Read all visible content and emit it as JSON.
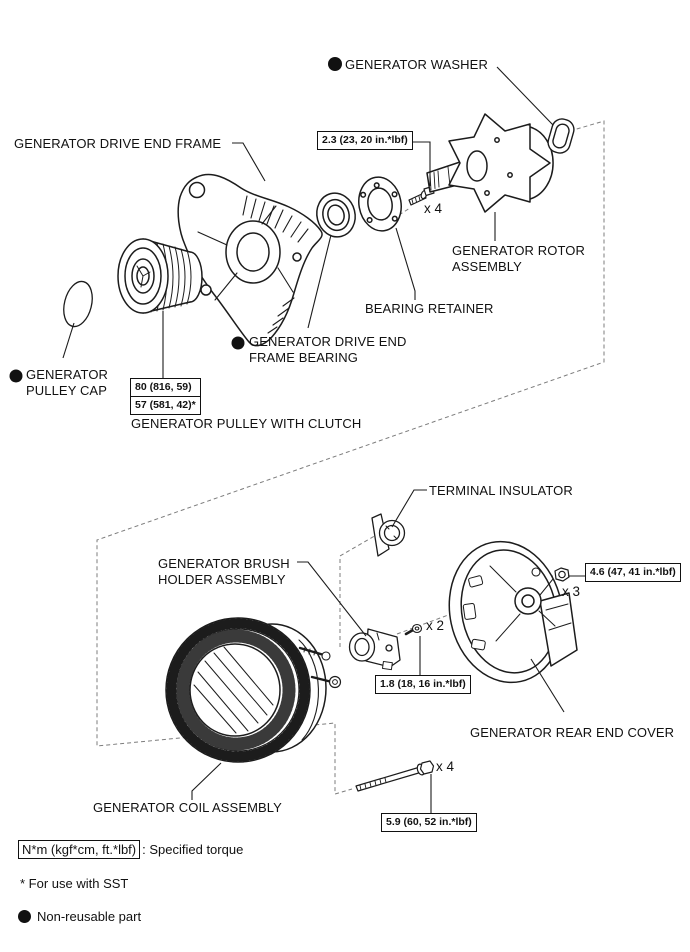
{
  "colors": {
    "ink": "#1a1a1a",
    "background": "#ffffff",
    "dash": "#7d7d7d"
  },
  "diagram": {
    "labels": {
      "washer": "GENERATOR WASHER",
      "drive_end_frame": "GENERATOR DRIVE END FRAME",
      "rotor_assembly": "GENERATOR ROTOR\nASSEMBLY",
      "bearing_retainer": "BEARING RETAINER",
      "drive_end_frame_bearing": "GENERATOR DRIVE END\nFRAME BEARING",
      "pulley_cap": "GENERATOR\nPULLEY CAP",
      "pulley_with_clutch": "GENERATOR PULLEY WITH CLUTCH",
      "terminal_insulator": "TERMINAL INSULATOR",
      "brush_holder": "GENERATOR BRUSH\nHOLDER ASSEMBLY",
      "rear_end_cover": "GENERATOR REAR END COVER",
      "coil_assembly": "GENERATOR COIL ASSEMBLY"
    },
    "torques": {
      "bearing_retainer_bolts": {
        "value": "2.3 (23, 20 in.*lbf)",
        "qty": "x 4"
      },
      "pulley_clutch_nut": {
        "line1": "80 (816, 59)",
        "line2": "57 (581, 42)*"
      },
      "rear_cover_nuts": {
        "value": "4.6 (47, 41 in.*lbf)",
        "qty": "x 3"
      },
      "brush_holder_screws": {
        "value": "1.8 (18, 16 in.*lbf)",
        "qty": "x 2"
      },
      "through_bolts": {
        "value": "5.9 (60, 52 in.*lbf)",
        "qty": "x 4"
      }
    },
    "footer": {
      "torque_unit_box": "N*m (kgf*cm, ft.*lbf)",
      "torque_note": ": Specified torque",
      "sst_note": "* For use with SST",
      "nonreusable_note": "Non-reusable part"
    }
  }
}
